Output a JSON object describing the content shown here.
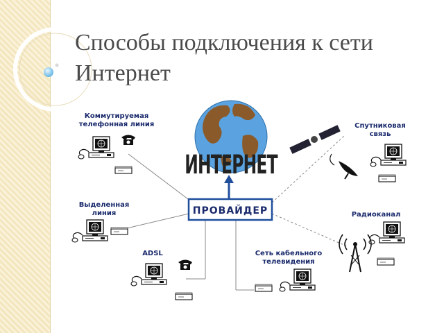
{
  "slide": {
    "title_line1": "Способы подключения к сети",
    "title_line2": "Интернет"
  },
  "diagram": {
    "globe_label": "ИНТЕРНЕТ",
    "provider": "ПРОВАЙДЕР",
    "nodes": {
      "dialup": [
        "Коммутируемая",
        "телефонная линия"
      ],
      "leased": [
        "Выделенная",
        "линия"
      ],
      "adsl": [
        "ADSL"
      ],
      "satellite": [
        "Спутниковая",
        "связь"
      ],
      "radio": [
        "Радиоканал"
      ],
      "cable": [
        "Сеть кабельного",
        "телевидения"
      ]
    }
  },
  "colors": {
    "title": "#4a4a4a",
    "label": "#1a2a6c",
    "provider_border": "#1f4e9c",
    "arrow": "#1f4e9c",
    "ocean": "#5aa3e0",
    "land": "#8a5a2b"
  }
}
